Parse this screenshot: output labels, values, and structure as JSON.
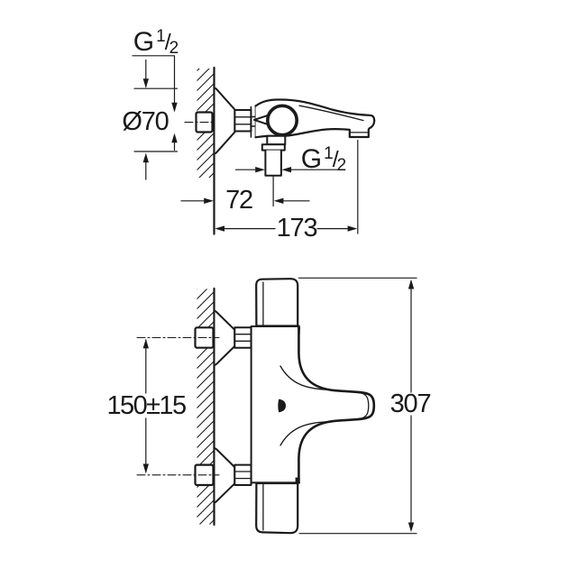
{
  "drawing": {
    "type": "technical dimensional drawing, wall-mounted bath/shower thermostat mixer",
    "background_color": "#ffffff",
    "line_color": "#1a1a1a",
    "views": {
      "side_view": {
        "name": "side elevation with wall section",
        "labels": {
          "inlet_thread": {
            "prefix": "G",
            "numerator": "1",
            "denominator": "2"
          },
          "escutcheon_diameter": "Ø70",
          "shower_outlet_thread": {
            "prefix": "G",
            "numerator": "1",
            "denominator": "2"
          },
          "shower_outlet_offset": "72",
          "spout_projection": "173"
        }
      },
      "front_view": {
        "name": "plan/front view with wall section",
        "labels": {
          "inlet_center_distance": "150±15",
          "overall_width": "307"
        }
      }
    }
  }
}
